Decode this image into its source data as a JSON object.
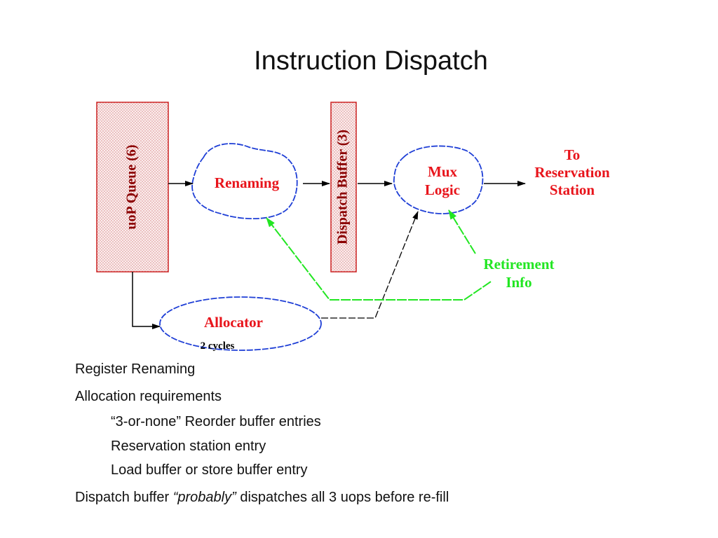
{
  "slide": {
    "title": "Instruction Dispatch"
  },
  "diagram": {
    "uop_queue_label": "uoP Queue (6)",
    "dispatch_buffer_label": "Dispatch Buffer (3)",
    "renaming_label": "Renaming",
    "mux_label_line1": "Mux",
    "mux_label_line2": "Logic",
    "to_rs_line1": "To",
    "to_rs_line2": "Reservation",
    "to_rs_line3": "Station",
    "retirement_line1": "Retirement",
    "retirement_line2": "Info",
    "allocator_label": "Allocator",
    "allocator_cycles": "2 cycles",
    "colors": {
      "red_text": "#e8141b",
      "green": "#22e622",
      "blue_outline": "#1f3fd6",
      "box_border": "#cc2222",
      "box_fill": "#f6dede"
    }
  },
  "bullets": {
    "line1": "Register Renaming",
    "line2": "Allocation requirements",
    "line3": "“3-or-none” Reorder buffer entries",
    "line4": "Reservation station entry",
    "line5": "Load buffer or store buffer entry",
    "line6_pre": "Dispatch buffer ",
    "line6_em": "“probably”",
    "line6_post": " dispatches all 3 uops before re-fill"
  }
}
